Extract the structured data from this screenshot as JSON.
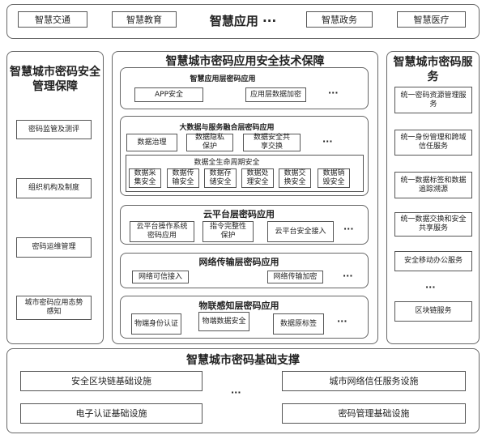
{
  "top": {
    "items": [
      "智慧交通",
      "智慧教育",
      "智慧政务",
      "智慧医疗"
    ],
    "title": "智慧应用 ···"
  },
  "left": {
    "title": "智慧城市密码安全管理保障",
    "items": [
      "密码监管及测评",
      "组织机构及制度",
      "密码运维管理",
      "城市密码应用态势感知"
    ]
  },
  "middle": {
    "title": "智慧城市密码应用安全技术保障",
    "l1": {
      "title": "智慧应用层密码应用",
      "items": [
        "APP安全",
        "应用层数据加密"
      ]
    },
    "l2": {
      "title": "大数据与服务融合层密码应用",
      "items": [
        "数据治理",
        "数据隐私保护",
        "数据安全共享交换"
      ],
      "sub_title": "数据全生命周期安全",
      "sub_items": [
        "数据采集安全",
        "数据传输安全",
        "数据存储安全",
        "数据处理安全",
        "数据交换安全",
        "数据销毁安全"
      ]
    },
    "l3": {
      "title": "云平台层密码应用",
      "items": [
        "云平台操作系统密码应用",
        "指令完整性保护",
        "云平台安全接入"
      ]
    },
    "l4": {
      "title": "网络传输层密码应用",
      "items": [
        "网络可信接入",
        "网络传输加密"
      ]
    },
    "l5": {
      "title": "物联感知层密码应用",
      "items": [
        "物端身份认证",
        "物端数据安全",
        "数据原标签"
      ]
    },
    "ellipsis": "···"
  },
  "right": {
    "title": "智慧城市密码服务",
    "items": [
      "统一密码资源管理服务",
      "统一身份管理和跨域信任服务",
      "统一数据标签和数据追踪溯源",
      "统一数据交换和安全共享服务",
      "安全移动办公服务",
      "区块链服务"
    ],
    "ellipsis": "···"
  },
  "bottom": {
    "title": "智慧城市密码基础支撑",
    "items": [
      "安全区块链基础设施",
      "电子认证基础设施",
      "城市网络信任服务设施",
      "密码管理基础设施"
    ],
    "ellipsis": "···"
  }
}
